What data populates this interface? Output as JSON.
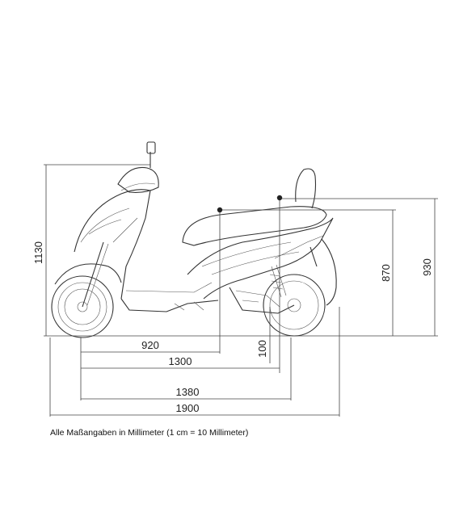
{
  "dimensions": {
    "overall_height": "1130",
    "seat_height_rear": "930",
    "seat_height_front": "870",
    "ground_clearance": "100",
    "front_to_seat": "920",
    "wheelbase_a": "1300",
    "wheelbase_b": "1380",
    "overall_length": "1900"
  },
  "note": "Alle Maßangaben in Millimeter (1 cm = 10 Millimeter)",
  "colors": {
    "line": "#444444",
    "text": "#222222",
    "background": "#ffffff"
  }
}
